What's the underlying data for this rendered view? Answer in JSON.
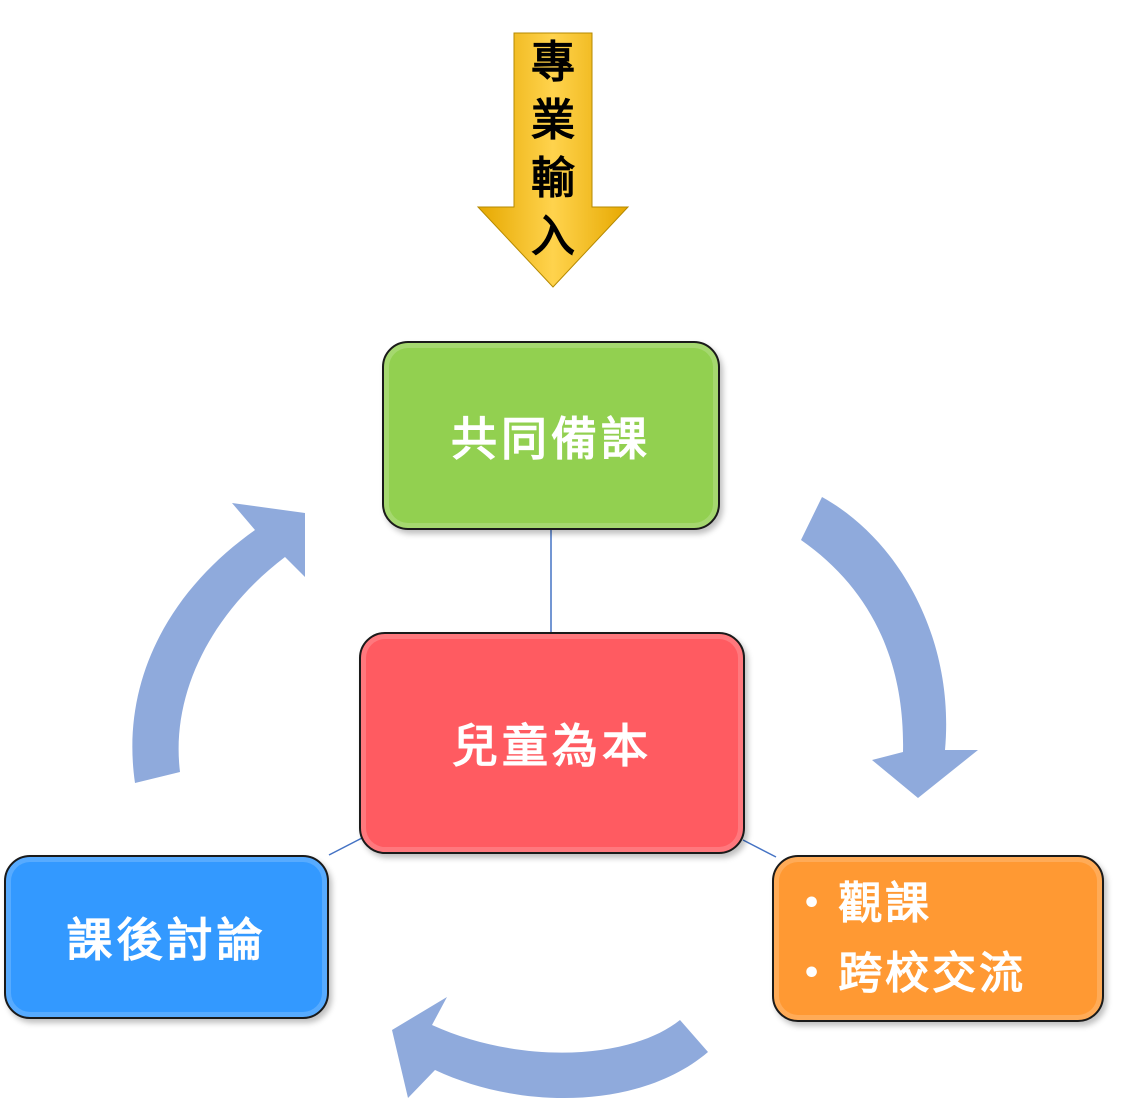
{
  "input_arrow": {
    "chars": [
      "專",
      "業",
      "輸",
      "入"
    ]
  },
  "boxes": {
    "top": {
      "label": "共同備課"
    },
    "center": {
      "label": "兒童為本"
    },
    "left": {
      "label": "課後討論"
    },
    "right": {
      "bullets": [
        "觀課",
        "跨校交流"
      ]
    }
  },
  "colors": {
    "top_box": "#92d050",
    "center_box": "#ff5b61",
    "left_box": "#3399ff",
    "right_box": "#ff9933",
    "cycle_arrow": "#8faadc",
    "input_arrow": "#ffc000",
    "connector": "#4472c4"
  },
  "bullet_symbol": "•"
}
